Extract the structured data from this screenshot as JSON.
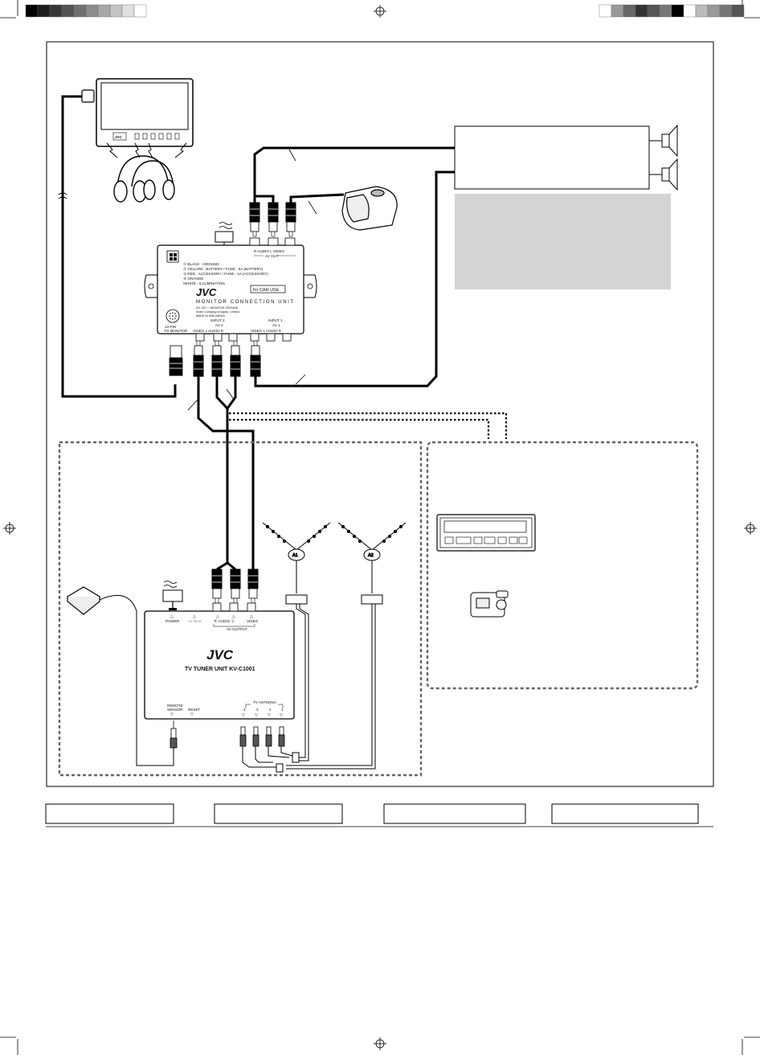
{
  "calibration": {
    "left_swatches": [
      "#000000",
      "#1c1c1c",
      "#383838",
      "#545454",
      "#707070",
      "#8c8c8c",
      "#a8a8a8",
      "#c4c4c4",
      "#e0e0e0",
      "#ffffff"
    ],
    "right_swatches": [
      "#ffffff",
      "#999999",
      "#666666",
      "#333333",
      "#555555",
      "#777777",
      "#000000",
      "#ffffff",
      "#bbbbbb",
      "#999999",
      "#777777",
      "#555555"
    ]
  },
  "monitor": {
    "brand": "JVC"
  },
  "connection_unit": {
    "brand": "JVC",
    "av_out_header": "R  AUDIO  L          VIDEO",
    "av_out_label": "AV OUT",
    "wire_legend": [
      "① BLACK  : GROUND",
      "② YELLOW : BATTERY        / FUSE : 5A (BATTERY)",
      "③ RED       : ACCESSORY  / FUSE : 1A (ACCESSORY)",
      "④ ORANGE",
      "   /WHITE  : ILLUMINATION"
    ],
    "car_use_badge": "for CAR USE",
    "unit_title": "MONITOR CONNECTION UNIT",
    "rating": "DC 12V ⎓ NEGATIVE GROUND",
    "maker": "Victor Company of Japan, Limited",
    "origin": "MADE IN INDONESIA",
    "pin_label_1": "13 PIN",
    "pin_label_2": "TO MONITOR",
    "input2_label": "INPUT 2",
    "av2_label": "AV 2",
    "input1_label": "INPUT 1",
    "av1_label": "AV 1",
    "av2_jacks": "VIDEO      L  AUDIO  R",
    "av1_jacks": "VIDEO      L  AUDIO  R"
  },
  "tuner": {
    "brand": "JVC",
    "model": "TV TUNER UNIT KV-C1001",
    "power_label": "POWER",
    "av_bus_label": "AV BUS",
    "audio_label": "Ⓡ AUDIO Ⓛ",
    "video_label": "VIDEO",
    "av_output_label": "AV OUTPUT",
    "remote_label_1": "REMOTE",
    "remote_label_2": "SENSOR",
    "reset_label": "RESET",
    "antenna_label": "TV ANTENNA",
    "antenna_ports": [
      "4",
      "3",
      "2",
      "1"
    ]
  },
  "antennas": {
    "left": "A1",
    "right": "A2"
  }
}
